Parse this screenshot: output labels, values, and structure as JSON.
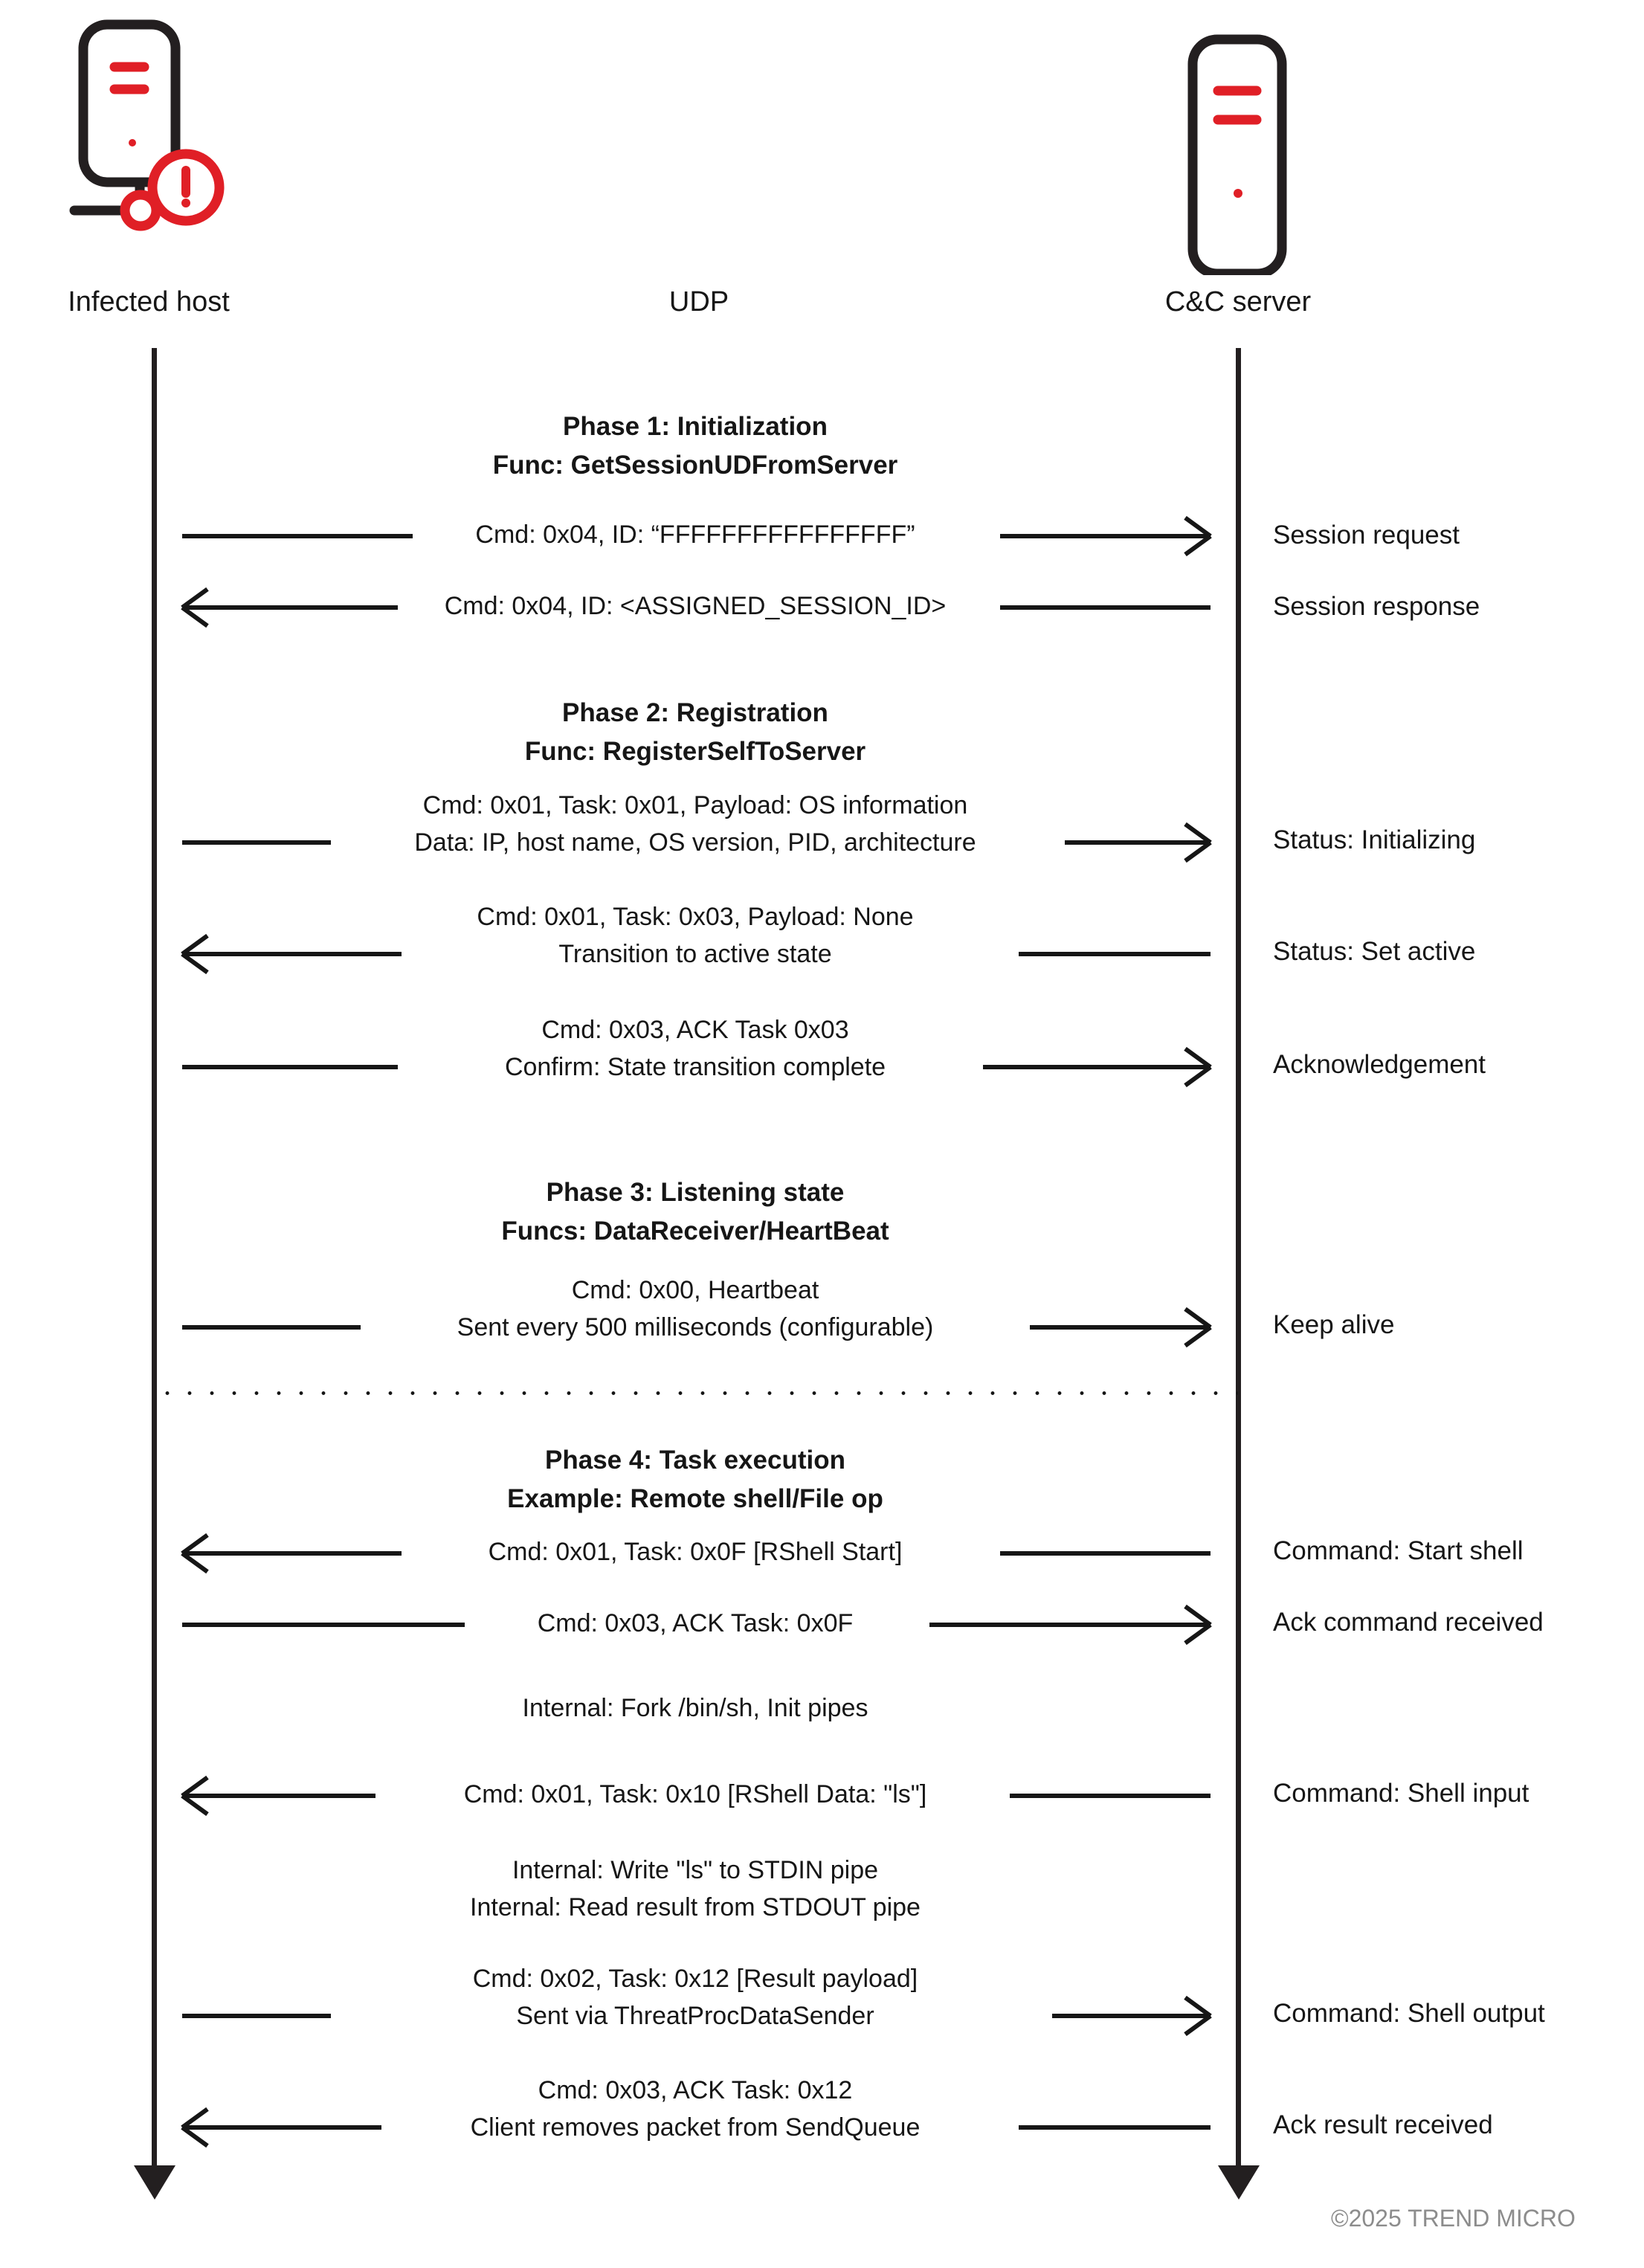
{
  "actors": {
    "left": {
      "label": "Infected host",
      "icon": "infected-host-icon"
    },
    "protocol": {
      "label": "UDP"
    },
    "right": {
      "label": "C&C server",
      "icon": "cc-server-icon"
    }
  },
  "colors": {
    "accent_red": "#E01F26",
    "line_black": "#231F20",
    "text": "#161616",
    "copyright_gray": "#8C8C8C"
  },
  "phases": [
    {
      "title": "Phase 1: Initialization",
      "subtitle": "Func: GetSessionUDFromServer",
      "messages": [
        {
          "lines": [
            "Cmd: 0x04, ID: “FFFFFFFFFFFFFFFF”"
          ],
          "direction": "right",
          "note": "Session request"
        },
        {
          "lines": [
            "Cmd: 0x04, ID: <ASSIGNED_SESSION_ID>"
          ],
          "direction": "left",
          "note": "Session response"
        }
      ]
    },
    {
      "title": "Phase 2: Registration",
      "subtitle": "Func: RegisterSelfToServer",
      "messages": [
        {
          "lines": [
            "Cmd: 0x01, Task: 0x01, Payload: OS information",
            "Data: IP, host name, OS version, PID, architecture"
          ],
          "direction": "right",
          "note": "Status: Initializing"
        },
        {
          "lines": [
            "Cmd: 0x01, Task: 0x03, Payload: None",
            "Transition to active state"
          ],
          "direction": "left",
          "note": "Status: Set active"
        },
        {
          "lines": [
            "Cmd: 0x03, ACK Task 0x03",
            "Confirm: State transition complete"
          ],
          "direction": "right",
          "note": "Acknowledgement"
        }
      ]
    },
    {
      "title": "Phase 3: Listening state",
      "subtitle": "Funcs: DataReceiver/HeartBeat",
      "messages": [
        {
          "lines": [
            "Cmd: 0x00, Heartbeat",
            "Sent every 500 milliseconds (configurable)"
          ],
          "direction": "right",
          "note": "Keep alive"
        }
      ]
    },
    {
      "title": "Phase 4: Task execution",
      "subtitle": "Example: Remote shell/File op",
      "messages": [
        {
          "lines": [
            "Cmd: 0x01, Task: 0x0F [RShell Start]"
          ],
          "direction": "left",
          "note": "Command: Start shell"
        },
        {
          "lines": [
            "Cmd: 0x03, ACK Task: 0x0F"
          ],
          "direction": "right",
          "note": "Ack command received"
        },
        {
          "lines": [
            "Internal: Fork /bin/sh, Init pipes"
          ],
          "direction": "none",
          "note": ""
        },
        {
          "lines": [
            "Cmd: 0x01, Task: 0x10 [RShell Data: \"ls\"]"
          ],
          "direction": "left",
          "note": "Command: Shell input"
        },
        {
          "lines": [
            "Internal: Write \"ls\" to STDIN pipe",
            "Internal: Read result from STDOUT pipe"
          ],
          "direction": "none",
          "note": ""
        },
        {
          "lines": [
            "Cmd: 0x02, Task: 0x12 [Result payload]",
            "Sent via ThreatProcDataSender"
          ],
          "direction": "right",
          "note": "Command: Shell output"
        },
        {
          "lines": [
            "Cmd: 0x03, ACK Task: 0x12",
            "Client removes packet from SendQueue"
          ],
          "direction": "left",
          "note": "Ack result received"
        }
      ]
    }
  ],
  "separator": {
    "style": "dotted"
  },
  "copyright": "©2025 TREND MICRO"
}
